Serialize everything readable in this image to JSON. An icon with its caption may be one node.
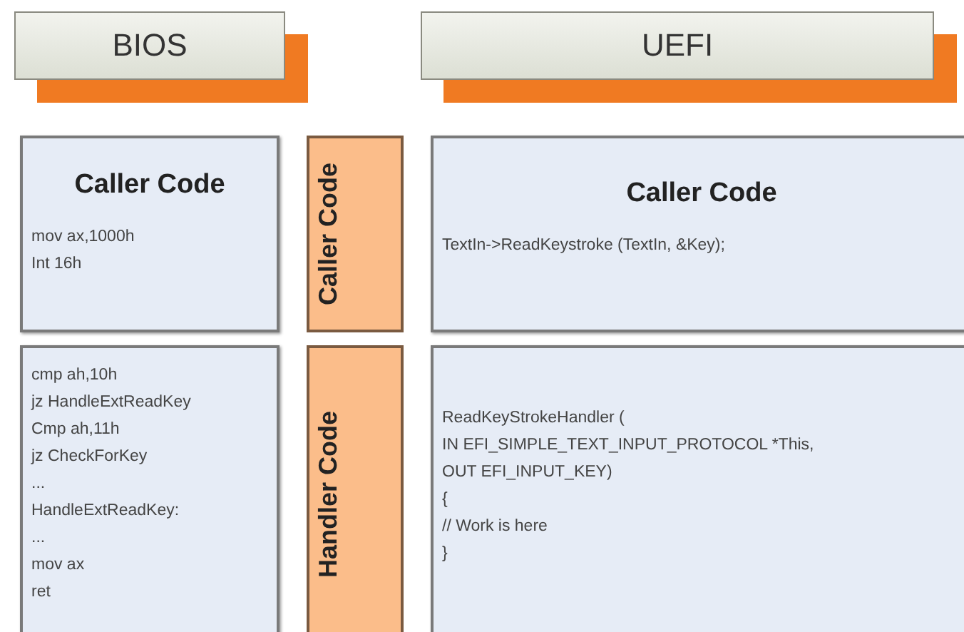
{
  "diagram": {
    "nodes": [
      {
        "text": [
          "BIOS"
        ]
      },
      {
        "text": [
          "UEFI"
        ]
      },
      {
        "text": [
          "Caller Code",
          "mov ax,1000h",
          "Int 16h"
        ]
      },
      {
        "text": [
          "Caller Code"
        ]
      },
      {
        "text": [
          "Caller Code",
          "TextIn->ReadKeystroke (TextIn, &Key);"
        ]
      },
      {
        "text": [
          "cmp ah,10h",
          "jz HandleExtReadKey",
          "Cmp ah,11h",
          "jz CheckForKey",
          "...",
          "HandleExtReadKey:",
          "...",
          "mov ax",
          "ret"
        ]
      },
      {
        "text": [
          "Handler Code"
        ]
      },
      {
        "text": [
          "ReadKeyStrokeHandler (",
          "IN EFI_SIMPLE_TEXT_INPUT_PROTOCOL *This,",
          "OUT EFI_INPUT_KEY)",
          "{",
          "// Work is here",
          "}"
        ]
      }
    ]
  }
}
